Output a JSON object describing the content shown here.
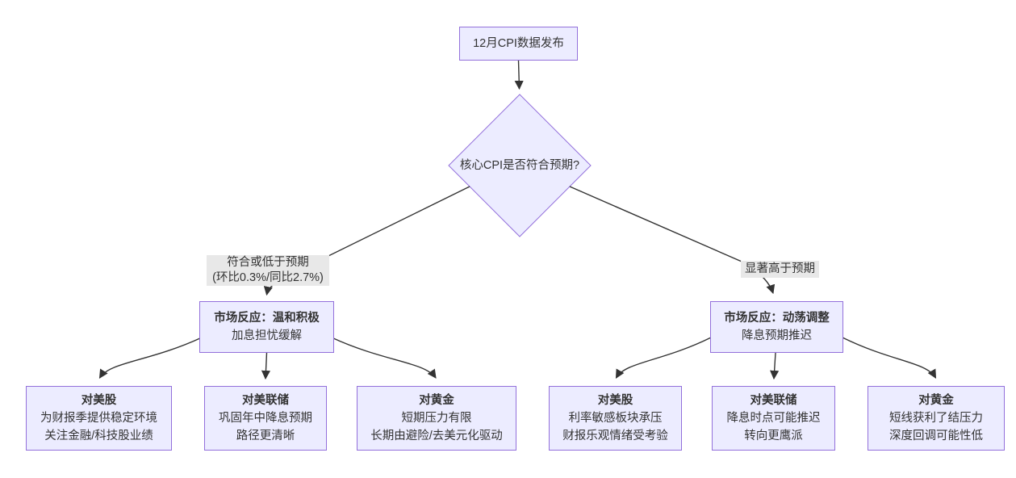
{
  "colors": {
    "node_fill": "#ECECFF",
    "node_border": "#9370DB",
    "edge": "#333333",
    "edge_label_bg": "#e8e8e8",
    "text": "#333333",
    "background": "#ffffff"
  },
  "nodes": {
    "start": {
      "label": "12月CPI数据发布"
    },
    "decision": {
      "label": "核心CPI是否符合预期?"
    },
    "branch_mild": {
      "title": "市场反应：温和积极",
      "subtitle": "加息担忧缓解"
    },
    "branch_turbulent": {
      "title": "市场反应：动荡调整",
      "subtitle": "降息预期推迟"
    },
    "mild_stocks": {
      "title": "对美股",
      "lines": [
        "为财报季提供稳定环境",
        "关注金融/科技股业绩"
      ]
    },
    "mild_fed": {
      "title": "对美联储",
      "lines": [
        "巩固年中降息预期",
        "路径更清晰"
      ]
    },
    "mild_gold": {
      "title": "对黄金",
      "lines": [
        "短期压力有限",
        "长期由避险/去美元化驱动"
      ]
    },
    "turbulent_stocks": {
      "title": "对美股",
      "lines": [
        "利率敏感板块承压",
        "财报乐观情绪受考验"
      ]
    },
    "turbulent_fed": {
      "title": "对美联储",
      "lines": [
        "降息时点可能推迟",
        "转向更鹰派"
      ]
    },
    "turbulent_gold": {
      "title": "对黄金",
      "lines": [
        "短线获利了结压力",
        "深度回调可能性低"
      ]
    }
  },
  "edge_labels": {
    "meet_or_below": {
      "line1": "符合或低于预期",
      "line2": "(环比0.3%/同比2.7%)"
    },
    "well_above": {
      "label": "显著高于预期"
    }
  }
}
